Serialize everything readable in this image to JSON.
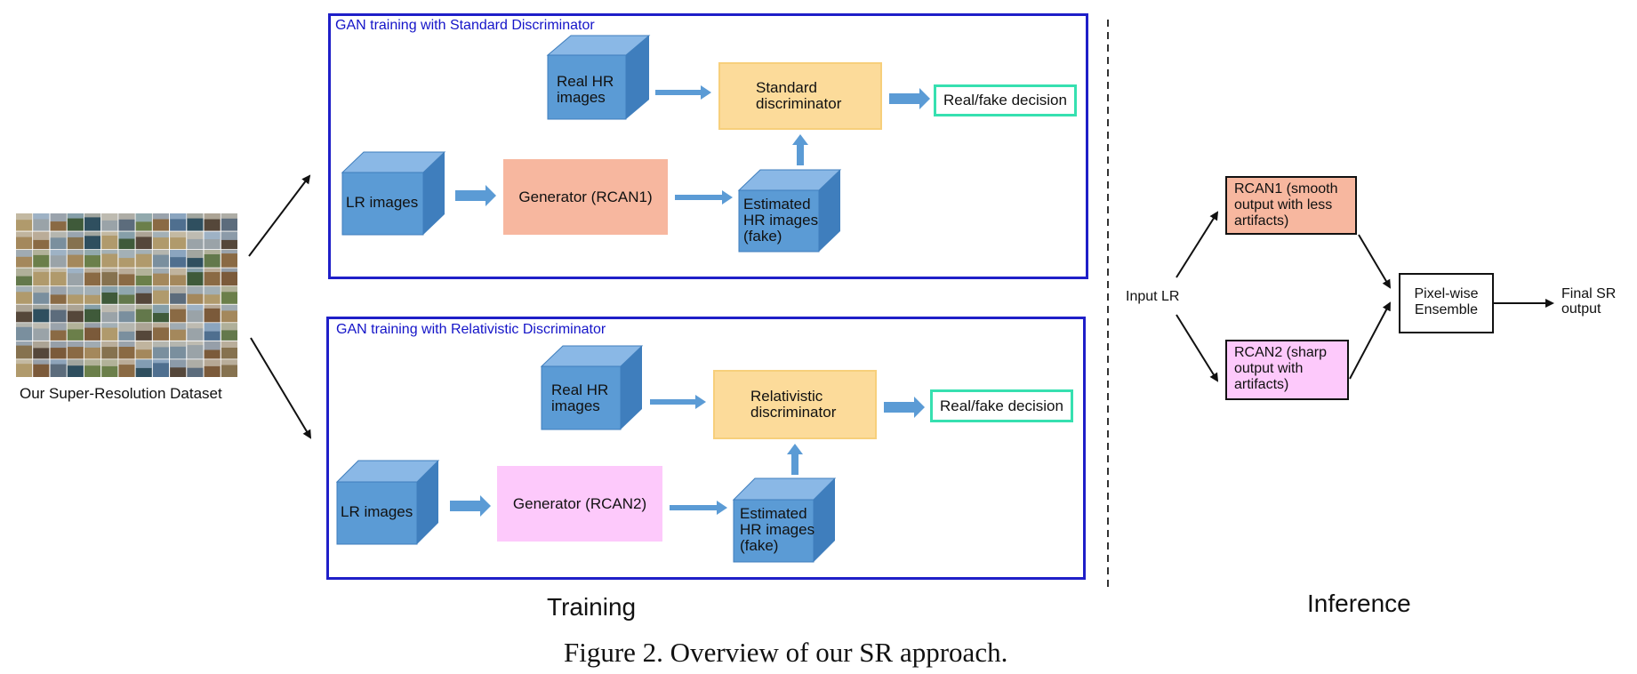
{
  "figure": {
    "caption": "Figure 2. Overview of our SR approach.",
    "dataset_label": "Our Super-Resolution Dataset",
    "section_training": "Training",
    "section_inference": "Inference"
  },
  "panels": [
    {
      "title": "GAN training with Standard Discriminator",
      "real_hr": "Real HR\nimages",
      "discriminator": "Standard\ndiscriminator",
      "decision": "Real/fake decision",
      "lr": "LR images",
      "generator": "Generator (RCAN1)",
      "estimated": "Estimated\n HR images\n(fake)"
    },
    {
      "title": "GAN training with Relativistic Discriminator",
      "real_hr": "Real HR\nimages",
      "discriminator": "Relativistic\ndiscriminator",
      "decision": "Real/fake decision",
      "lr": "LR images",
      "generator": "Generator (RCAN2)",
      "estimated": "Estimated\n HR images\n(fake)"
    }
  ],
  "inference": {
    "input": "Input LR",
    "rcan1": "RCAN1 (smooth\noutput with less\nartifacts)",
    "rcan2": "RCAN2 (sharp\noutput with\nartifacts)",
    "ensemble": "Pixel-wise\nEnsemble",
    "output": "Final SR\noutput"
  },
  "colors": {
    "panel_border": "#1f1fc8",
    "cube_front": "#5b9bd5",
    "cube_top": "#8ab8e6",
    "cube_side": "#3f7ebd",
    "generator1": "#f7b79f",
    "generator2": "#fdc9fb",
    "discriminator": "#fcdb9a",
    "decision_border": "#36e0b0",
    "arrow": "#5b9bd5"
  }
}
